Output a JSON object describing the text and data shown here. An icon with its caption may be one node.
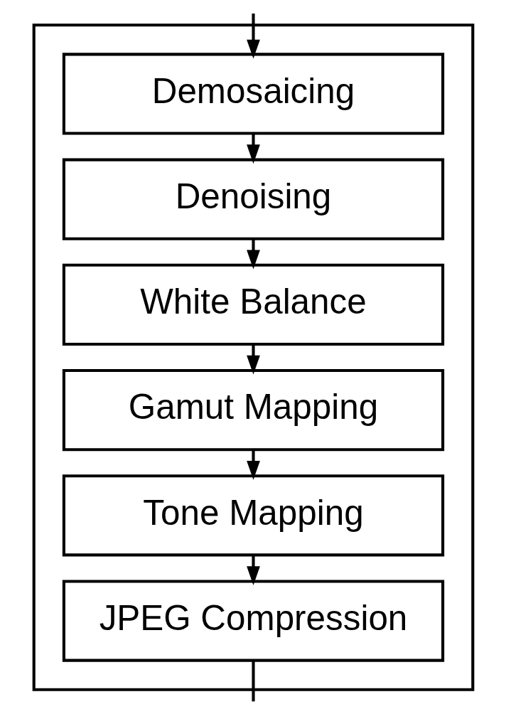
{
  "diagram": {
    "nodes": [
      {
        "text": [],
        "shape": "box"
      },
      {
        "text": [
          "Demosaicing"
        ],
        "in": 0
      },
      {
        "text": [
          "Denoising"
        ],
        "in": 0
      },
      {
        "text": [
          "White Balance"
        ],
        "in": 0
      },
      {
        "text": [
          "Gamut Mapping"
        ],
        "in": 0
      },
      {
        "text": [
          "Tone Mapping"
        ],
        "in": 0
      },
      {
        "text": [
          "JPEG Compression"
        ],
        "in": 0
      }
    ],
    "edges": [
      {
        "from": null,
        "to": 1,
        "arrow": "to"
      },
      {
        "from": 1,
        "to": 2,
        "arrow": "to"
      },
      {
        "from": 2,
        "to": 3,
        "arrow": "to"
      },
      {
        "from": 3,
        "to": 4,
        "arrow": "to"
      },
      {
        "from": 4,
        "to": 5,
        "arrow": "to"
      },
      {
        "from": 5,
        "to": 6,
        "arrow": "to"
      },
      {
        "from": 6,
        "to": null,
        "arrow": "none"
      }
    ]
  }
}
